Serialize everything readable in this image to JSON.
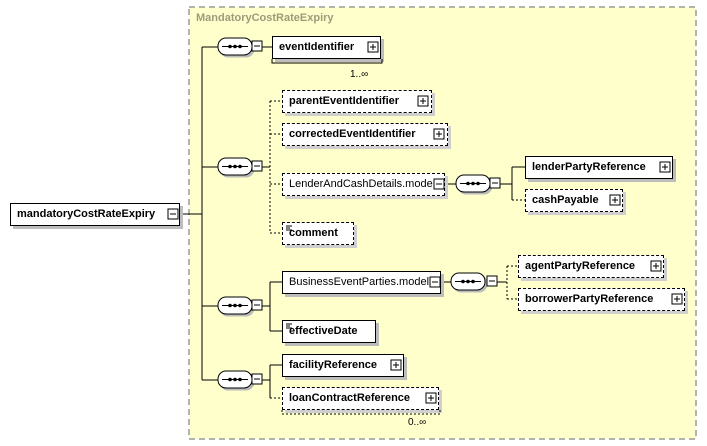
{
  "group": {
    "title": "MandatoryCostRateExpiry"
  },
  "root": {
    "label": "mandatoryCostRateExpiry"
  },
  "elements": {
    "eventIdentifier": "eventIdentifier",
    "eventIdentifier_card": "1..∞",
    "parentEventIdentifier": "parentEventIdentifier",
    "correctedEventIdentifier": "correctedEventIdentifier",
    "lenderAndCash": "LenderAndCashDetails.model",
    "lenderPartyReference": "lenderPartyReference",
    "cashPayable": "cashPayable",
    "comment": "comment",
    "businessEventParties": "BusinessEventParties.model",
    "agentPartyReference": "agentPartyReference",
    "borrowerPartyReference": "borrowerPartyReference",
    "effectiveDate": "effectiveDate",
    "facilityReference": "facilityReference",
    "loanContractReference": "loanContractReference",
    "loanContractReference_card": "0..∞"
  },
  "colors": {
    "group_fill": "#ffffcc",
    "group_border": "#9a9a9a",
    "title": "#9c9c7a"
  }
}
